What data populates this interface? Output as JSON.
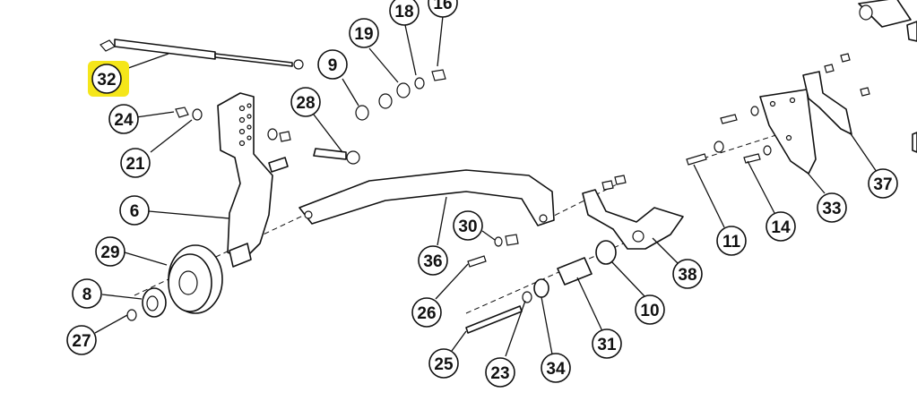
{
  "highlight_color": "#f5e61a",
  "callouts": [
    {
      "label": "32",
      "highlighted": true
    },
    {
      "label": "24"
    },
    {
      "label": "21"
    },
    {
      "label": "6"
    },
    {
      "label": "29"
    },
    {
      "label": "8"
    },
    {
      "label": "27"
    },
    {
      "label": "28"
    },
    {
      "label": "9"
    },
    {
      "label": "19"
    },
    {
      "label": "18"
    },
    {
      "label": "16"
    },
    {
      "label": "36"
    },
    {
      "label": "30"
    },
    {
      "label": "26"
    },
    {
      "label": "25"
    },
    {
      "label": "23"
    },
    {
      "label": "34"
    },
    {
      "label": "31"
    },
    {
      "label": "10"
    },
    {
      "label": "38"
    },
    {
      "label": "11"
    },
    {
      "label": "14"
    },
    {
      "label": "33"
    },
    {
      "label": "37"
    }
  ]
}
